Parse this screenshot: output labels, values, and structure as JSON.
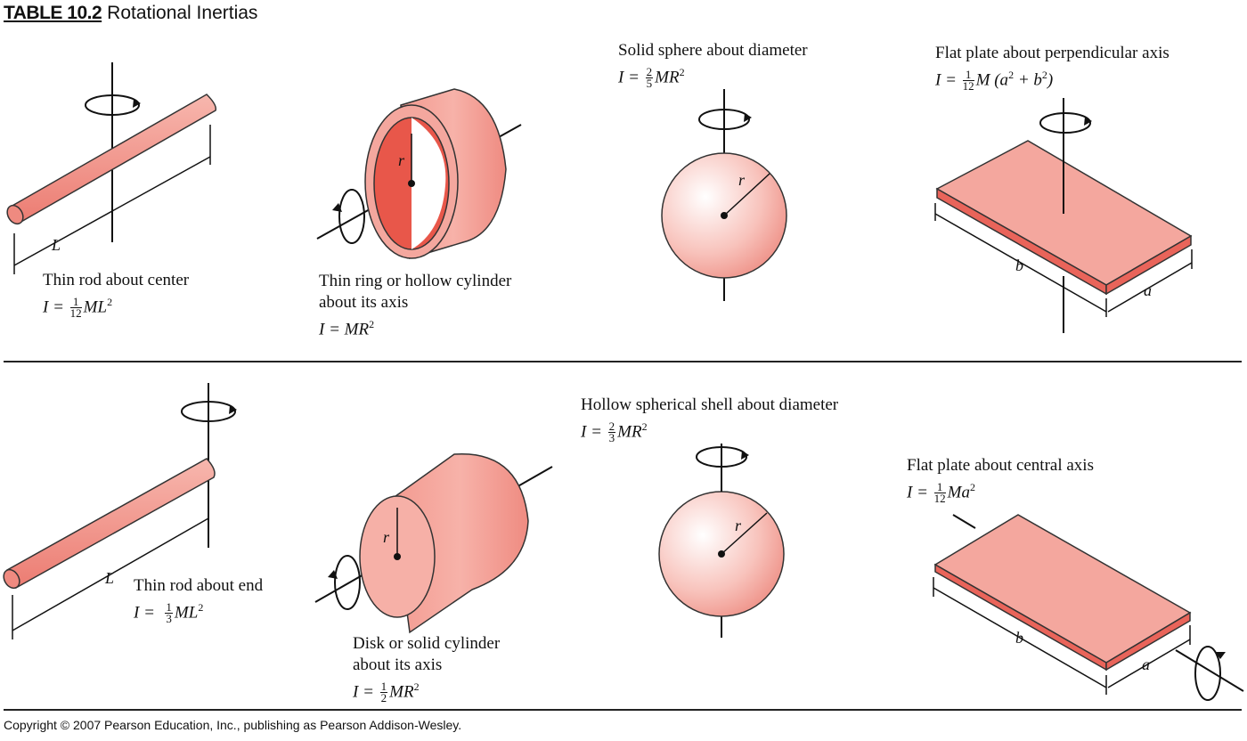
{
  "header": {
    "table_number": "TABLE 10.2",
    "title": "Rotational Inertias"
  },
  "items": [
    {
      "caption": [
        "Thin rod about center"
      ],
      "eq_prefix": "I =",
      "frac": [
        "1",
        "12"
      ],
      "eq_suffix": "ML"
    },
    {
      "caption": [
        "Thin ring or hollow cylinder",
        "about its axis"
      ],
      "eq_full": "I = MR"
    },
    {
      "caption": [
        "Solid sphere about diameter"
      ],
      "eq_prefix": "I =",
      "frac": [
        "2",
        "5"
      ],
      "eq_suffix": "MR"
    },
    {
      "caption": [
        "Flat plate about perpendicular axis"
      ],
      "eq_prefix": "I =",
      "frac": [
        "1",
        "12"
      ],
      "eq_suffix": "M (a",
      "eq_tail": " + b",
      "eq_end": ")"
    },
    {
      "caption": [
        "Thin rod about end"
      ],
      "eq_prefix": "I =",
      "frac": [
        "1",
        "3"
      ],
      "eq_suffix": "ML"
    },
    {
      "caption": [
        "Disk or solid cylinder",
        "about its axis"
      ],
      "eq_prefix": "I =",
      "frac": [
        "1",
        "2"
      ],
      "eq_suffix": "MR"
    },
    {
      "caption": [
        "Hollow spherical shell about diameter"
      ],
      "eq_prefix": "I =",
      "frac": [
        "2",
        "3"
      ],
      "eq_suffix": "MR"
    },
    {
      "caption": [
        "Flat plate about central axis"
      ],
      "eq_prefix": "I =",
      "frac": [
        "1",
        "12"
      ],
      "eq_suffix": "Ma"
    }
  ],
  "labels": {
    "L": "L",
    "r": "r",
    "a": "a",
    "b": "b",
    "exp2": "2"
  },
  "copyright": "Copyright © 2007 Pearson Education, Inc., publishing as Pearson Addison-Wesley.",
  "colors": {
    "body": "#f2a39a",
    "body_dark": "#e4574d",
    "edge": "#333333"
  }
}
